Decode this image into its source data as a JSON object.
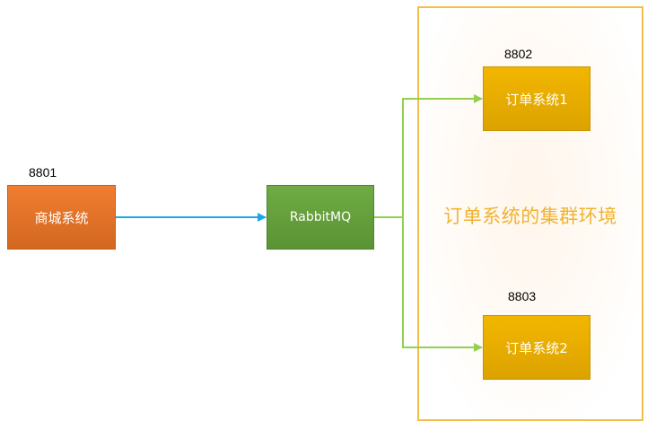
{
  "diagram": {
    "cluster_label": "订单系统的集群环境",
    "nodes": {
      "mall": {
        "label": "商城系统",
        "port": "8801"
      },
      "mq": {
        "label": "RabbitMQ"
      },
      "order1": {
        "label": "订单系统1",
        "port": "8802"
      },
      "order2": {
        "label": "订单系统2",
        "port": "8803"
      }
    },
    "edges": [
      {
        "from": "mall",
        "to": "mq",
        "color": "#1ea7e8"
      },
      {
        "from": "mq",
        "to": "order1",
        "color": "#92d050"
      },
      {
        "from": "mq",
        "to": "order2",
        "color": "#92d050"
      }
    ]
  }
}
